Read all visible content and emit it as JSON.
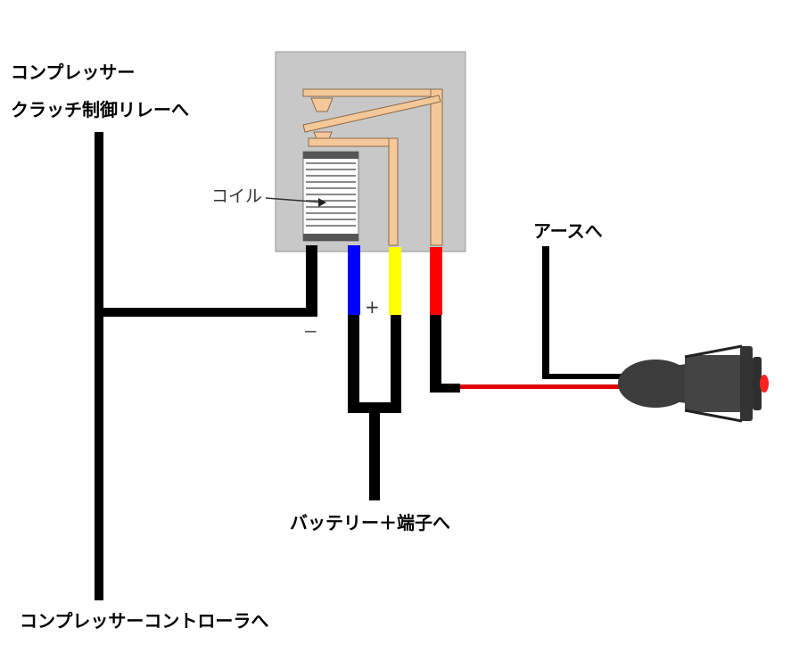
{
  "labels": {
    "clutch_line1": "コンプレッサー",
    "clutch_line2": "クラッチ制御リレーへ",
    "controller": "コンプレッサーコントローラへ",
    "battery": "バッテリー＋端子へ",
    "ground": "アースへ",
    "coil": "コイル",
    "plus": "+",
    "minus": "−"
  },
  "colors": {
    "relay_body": "#c8c8c8",
    "contact": "#f5c89a",
    "wire_blue": "#0000ff",
    "wire_yellow": "#ffff00",
    "wire_red": "#ff0000",
    "wire_black": "#000000",
    "led": "#ff2020"
  }
}
